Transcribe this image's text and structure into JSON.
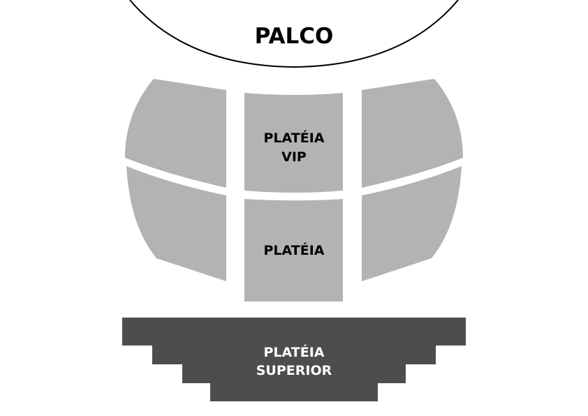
{
  "stage": {
    "label": "PALCO"
  },
  "sections": {
    "vip": {
      "line1": "PLATÉIA",
      "line2": "VIP"
    },
    "plateia": {
      "label": "PLATÉIA"
    },
    "superior": {
      "line1": "PLATÉIA",
      "line2": "SUPERIOR"
    }
  },
  "colors": {
    "background": "#ffffff",
    "stage_outline": "#000000",
    "section_light": "#b3b3b3",
    "section_dark": "#4d4d4d",
    "label_dark": "#000000",
    "label_light": "#ffffff"
  }
}
